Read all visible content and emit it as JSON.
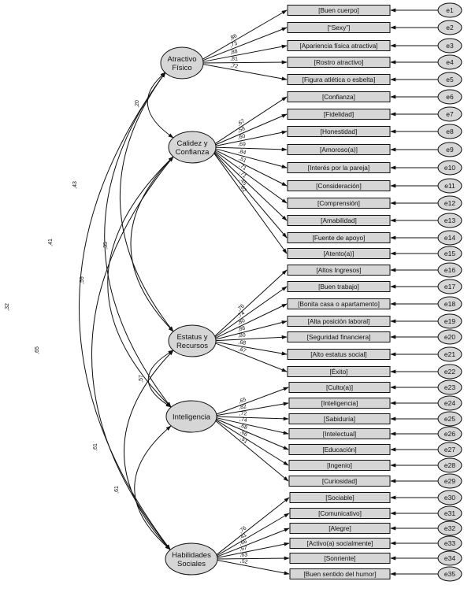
{
  "latents": [
    {
      "id": "F1",
      "lines": [
        "Atractivo",
        "Físico"
      ]
    },
    {
      "id": "F2",
      "lines": [
        "Calidez y",
        "Confianza"
      ]
    },
    {
      "id": "F3",
      "lines": [
        "Estatus y",
        "Recursos"
      ]
    },
    {
      "id": "F4",
      "lines": [
        "Inteligencia"
      ]
    },
    {
      "id": "F5",
      "lines": [
        "Habilidades",
        "Sociales"
      ]
    }
  ],
  "indicators": [
    {
      "factor": "F1",
      "label": "[Buen cuerpo]",
      "loading": ",86",
      "error": "e1"
    },
    {
      "factor": "F1",
      "label": "[“Sexy”]",
      "loading": ",73",
      "error": "e2"
    },
    {
      "factor": "F1",
      "label": "[Apariencia física atractiva]",
      "loading": ",88",
      "error": "e3"
    },
    {
      "factor": "F1",
      "label": "[Rostro atractivo]",
      "loading": ",81",
      "error": "e4"
    },
    {
      "factor": "F1",
      "label": "[Figura atlética o esbelta]",
      "loading": ",72",
      "error": "e5"
    },
    {
      "factor": "F2",
      "label": "[Confianza]",
      "loading": ",67",
      "error": "e6"
    },
    {
      "factor": "F2",
      "label": "[Fidelidad]",
      "loading": ",58",
      "error": "e7"
    },
    {
      "factor": "F2",
      "label": "[Honestidad]",
      "loading": ",60",
      "error": "e8"
    },
    {
      "factor": "F2",
      "label": "[Amoroso(a)]",
      "loading": ",69",
      "error": "e9"
    },
    {
      "factor": "F2",
      "label": "[Interés por la pareja]",
      "loading": ",84",
      "error": "e10"
    },
    {
      "factor": "F2",
      "label": "[Consideración]",
      "loading": ",51",
      "error": "e11"
    },
    {
      "factor": "F2",
      "label": "[Comprensión]",
      "loading": ",71",
      "error": "e12"
    },
    {
      "factor": "F2",
      "label": "[Amabilidad]",
      "loading": ",71",
      "error": "e13"
    },
    {
      "factor": "F2",
      "label": "[Fuente de apoyo]",
      "loading": ",45",
      "error": "e14"
    },
    {
      "factor": "F2",
      "label": "[Atento(a)]",
      "loading": ",62",
      "error": "e15"
    },
    {
      "factor": "F3",
      "label": "[Altos Ingresos]",
      "loading": ",76",
      "error": "e16"
    },
    {
      "factor": "F3",
      "label": "[Buen trabajo]",
      "loading": ",74",
      "error": "e17"
    },
    {
      "factor": "F3",
      "label": "[Bonita casa o apartamento]",
      "loading": ",80",
      "error": "e18"
    },
    {
      "factor": "F3",
      "label": "[Alta posición laboral]",
      "loading": ",88",
      "error": "e19"
    },
    {
      "factor": "F3",
      "label": "[Seguridad financiera]",
      "loading": ",80",
      "error": "e20"
    },
    {
      "factor": "F3",
      "label": "[Alto estatus social]",
      "loading": ",68",
      "error": "e21"
    },
    {
      "factor": "F3",
      "label": "[Éxito]",
      "loading": ",67",
      "error": "e22"
    },
    {
      "factor": "F4",
      "label": "[Culto(a)]",
      "loading": ",65",
      "error": "e23"
    },
    {
      "factor": "F4",
      "label": "[Inteligencia]",
      "loading": ",82",
      "error": "e24"
    },
    {
      "factor": "F4",
      "label": "[Sabiduría]",
      "loading": ",72",
      "error": "e25"
    },
    {
      "factor": "F4",
      "label": "[Intelectual]",
      "loading": ",74",
      "error": "e26"
    },
    {
      "factor": "F4",
      "label": "[Educación]",
      "loading": ",68",
      "error": "e27"
    },
    {
      "factor": "F4",
      "label": "[Ingenio]",
      "loading": ",66",
      "error": "e28"
    },
    {
      "factor": "F4",
      "label": "[Curiosidad]",
      "loading": ",51",
      "error": "e29"
    },
    {
      "factor": "F5",
      "label": "[Sociable]",
      "loading": ",76",
      "error": "e30"
    },
    {
      "factor": "F5",
      "label": "[Comunicativo]",
      "loading": ",41",
      "error": "e31"
    },
    {
      "factor": "F5",
      "label": "[Alegre]",
      "loading": ",66",
      "error": "e32"
    },
    {
      "factor": "F5",
      "label": "[Activo(a) socialmente]",
      "loading": ",67",
      "error": "e33"
    },
    {
      "factor": "F5",
      "label": "[Sonriente]",
      "loading": ",63",
      "error": "e34"
    },
    {
      "factor": "F5",
      "label": "[Buen sentido del humor]",
      "loading": ",52",
      "error": "e35"
    }
  ],
  "correlations": [
    {
      "from": "F1",
      "to": "F2",
      "value": ",20"
    },
    {
      "from": "F1",
      "to": "F3",
      "value": ",43"
    },
    {
      "from": "F1",
      "to": "F4",
      "value": ",41"
    },
    {
      "from": "F1",
      "to": "F5",
      "value": ",32"
    },
    {
      "from": "F2",
      "to": "F3",
      "value": ",35"
    },
    {
      "from": "F2",
      "to": "F4",
      "value": ",59"
    },
    {
      "from": "F2",
      "to": "F5",
      "value": ",65"
    },
    {
      "from": "F3",
      "to": "F4",
      "value": ",57"
    },
    {
      "from": "F3",
      "to": "F5",
      "value": ",61"
    },
    {
      "from": "F4",
      "to": "F5",
      "value": ",61"
    }
  ],
  "colors": {
    "fill": "#d6d6d6",
    "stroke": "#111111",
    "background": "#ffffff"
  }
}
